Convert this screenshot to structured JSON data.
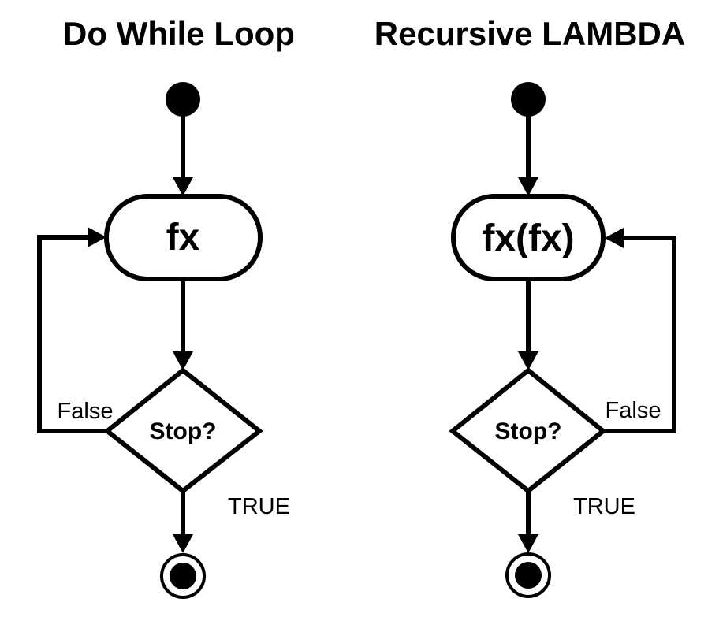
{
  "colors": {
    "ink": "#000000",
    "background": "#ffffff"
  },
  "flowcharts": [
    {
      "id": "do-while-loop",
      "title": "Do While Loop",
      "process_label": "fx",
      "decision_label": "Stop?",
      "loop_branch_label": "False",
      "exit_branch_label": "TRUE",
      "loop_side": "left"
    },
    {
      "id": "recursive-lambda",
      "title": "Recursive LAMBDA",
      "process_label": "fx(fx)",
      "decision_label": "Stop?",
      "loop_branch_label": "False",
      "exit_branch_label": "TRUE",
      "loop_side": "right"
    }
  ]
}
